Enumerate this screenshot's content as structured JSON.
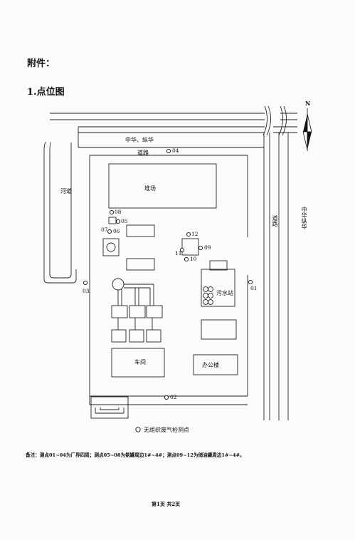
{
  "header": {
    "attachment": "附件：",
    "section": "1.点位图"
  },
  "map": {
    "north": "N",
    "roads": {
      "top_label": "中华、纵华",
      "top_road": "道路",
      "right_road": "道路",
      "far_right": "中华纵华"
    },
    "river": "河道",
    "buildings": {
      "yard": "堆场",
      "sewage": "污水站",
      "workshop": "车间",
      "office": "办公楼"
    },
    "points": {
      "p01": "01",
      "p02": "02",
      "p03": "03",
      "p04": "04",
      "p05": "05",
      "p06": "06",
      "p07": "07",
      "p08": "08",
      "p09": "09",
      "p10": "10",
      "p11": "11",
      "p12": "12"
    },
    "legend": "无组织废气检测点"
  },
  "footer": {
    "note": "备注：测点01~04为厂界四周；测点05~08为氨罐周边1#~4#；测点09~12为储油罐周边1#~4#。",
    "page": "第1页 共2页"
  }
}
